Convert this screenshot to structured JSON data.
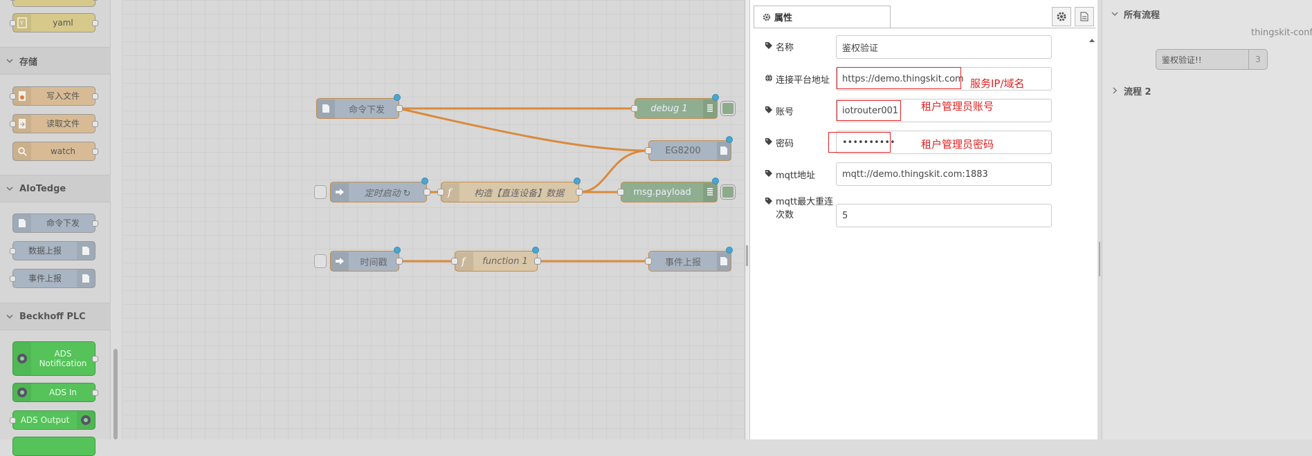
{
  "palette": {
    "top_node": "yaml",
    "storage_category": "存储",
    "storage_nodes": [
      "写入文件",
      "读取文件",
      "watch"
    ],
    "aiot_category": "AIoTedge",
    "aiot_nodes": [
      "命令下发",
      "数据上报",
      "事件上报"
    ],
    "beckhoff_category": "Beckhoff PLC",
    "beckhoff_nodes": [
      "ADS Notification",
      "ADS In",
      "ADS Output"
    ]
  },
  "flow": {
    "nodes": {
      "cmd": "命令下发",
      "debug1": "debug 1",
      "eg": "EG8200",
      "timer": "定时启动 ↻",
      "build": "构造【直连设备】数据",
      "payload": "msg.payload",
      "timestamp": "时间戳",
      "function1": "function 1",
      "event": "事件上报"
    }
  },
  "tray": {
    "tab_label": "属性",
    "fields": {
      "name_label": "名称",
      "name_value": "鉴权验证",
      "url_label": "连接平台地址",
      "url_value": "https://demo.thingskit.com",
      "account_label": "账号",
      "account_value": "iotrouter001",
      "password_label": "密码",
      "password_value": "••••••••••",
      "mqtt_label": "mqtt地址",
      "mqtt_value": "mqtt://demo.thingskit.com:1883",
      "retry_label": "mqtt最大重连次数",
      "retry_value": "5"
    },
    "annotations": {
      "url_note": "服务IP/域名",
      "account_note": "租户管理员账号",
      "password_note": "租户管理员密码"
    }
  },
  "sidebar": {
    "all_flows": "所有流程",
    "config_label": "thingskit-confi",
    "node_label": "鉴权验证!!",
    "node_count": "3",
    "flow2": "流程 2"
  },
  "colors": {
    "wire": "#d98a3c",
    "port_dot": "#49a6cf",
    "annotation": "#e02020",
    "beckhoff_green": "#55c25a"
  }
}
